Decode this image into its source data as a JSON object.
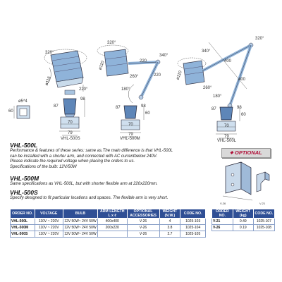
{
  "diagram_labels": {
    "s_rot": "320°",
    "s_dia": "ø116",
    "s_tilt": "220°",
    "s_h": "98",
    "s_87": "87",
    "s_70": "70",
    "s_60": "60",
    "s_79": "79",
    "s_hole": "ø5*4",
    "s_base60": "60",
    "m_rot": "320°",
    "m_dia": "ø110",
    "m_220": "220",
    "m_220b": "220",
    "m_340": "340°",
    "m_260": "260°",
    "m_180": "180°",
    "m_98": "98",
    "m_87": "87",
    "m_60": "60",
    "m_70": "70",
    "m_79": "79",
    "l_rot": "340°",
    "l_dia": "ø110",
    "l_rot2": "320°",
    "l_260": "260°",
    "l_180": "180°",
    "l_400": "400",
    "l_400b": "400",
    "l_98": "98",
    "l_87": "87",
    "l_60": "60",
    "l_70": "70",
    "l_79": "79"
  },
  "captions": {
    "s": "VHL-500S",
    "m": "VHL-500M",
    "l": "VHL-500L"
  },
  "sections": [
    {
      "title": "VHL-500L",
      "lines": [
        "Performance & features of these series: same as.The main difference is that VHL-500L",
        "can be installed with a shorter arm, and connected with AC currentbelow 240V.",
        "Please indicate the required voltage when placing the orders to us.",
        "Specifications of the bulb: 12V/50W"
      ]
    },
    {
      "title": "VHL-500M",
      "lines": [
        "Same specifications as VHL-500L, but with shorter flexible arm at 220x220mm."
      ]
    },
    {
      "title": "VHL-500S",
      "lines": [
        "Specify designed to fit particular locations and spaces. The flexible arm is very short."
      ]
    }
  ],
  "optional": {
    "title": "OPTIONAL",
    "dim_w": "V-26",
    "dim_d": "V-21"
  },
  "main_table": {
    "headers": [
      "ORDER NO.",
      "VOLTAGE",
      "BULB",
      "ARM LENGTH L x ℓ",
      "OPTIONAL ACCESSORIES",
      "WEIGHT (N.W.)",
      "CODE NO."
    ],
    "rows": [
      [
        "VHL-500L",
        "110V ~ 220V",
        "12V 50W~ 24V 50W",
        "400x400",
        "V-26",
        "4",
        "1025-103"
      ],
      [
        "VHL-500M",
        "110V ~ 220V",
        "12V 50W~ 24V 50W",
        "200x220",
        "V-26",
        "3.8",
        "1025-104"
      ],
      [
        "VHL-500S",
        "110V ~ 220V",
        "12V 50W~ 24V 50W",
        "",
        "V-26",
        "2.7",
        "1025-105"
      ]
    ]
  },
  "opt_table": {
    "headers": [
      "ORDER NO.",
      "WEIGHT (kg)",
      "CODE NO."
    ],
    "rows": [
      [
        "V-21",
        "0.49",
        "1025-107"
      ],
      [
        "V-26",
        "0.19",
        "1025-108"
      ]
    ]
  }
}
